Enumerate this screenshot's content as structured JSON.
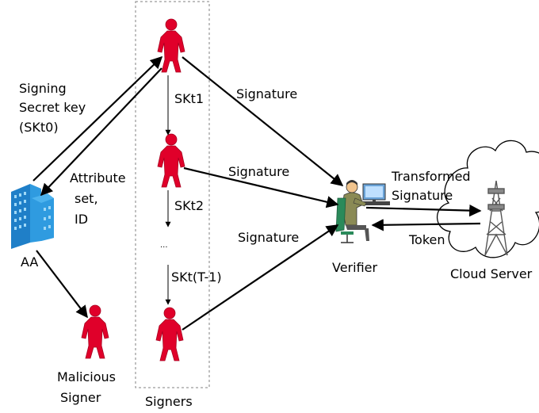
{
  "colors": {
    "person": "#e0002a",
    "person_outline": "#a80020",
    "building": "#2f9be0",
    "arrow": "#000000",
    "dashed_box": "#808080"
  },
  "labels": {
    "signing_secret_key_line1": "Signing",
    "signing_secret_key_line2": "Secret key",
    "signing_secret_key_line3": "(SKt0)",
    "attribute_line1": "Attribute",
    "attribute_line2": "set,",
    "attribute_line3": "ID",
    "aa": "AA",
    "malicious_line1": "Malicious",
    "malicious_line2": "Signer",
    "signers": "Signers",
    "skt1": "SKt1",
    "skt2": "SKt2",
    "dots": "...",
    "sktT": "SKt(T-1)",
    "signature_1": "Signature",
    "signature_2": "Signature",
    "signature_3": "Signature",
    "verifier": "Verifier",
    "transformed_line1": "Transformed",
    "transformed_line2": "Signature",
    "token": "Token",
    "cloud_server": "Cloud Server"
  },
  "icons": {
    "signer_1": "person-icon",
    "signer_2": "person-icon",
    "signer_3": "person-icon",
    "malicious_signer": "person-icon",
    "aa": "building-icon",
    "verifier": "person-at-computer-icon",
    "cloud_server": "cloud-icon",
    "tower": "transmission-tower-icon"
  }
}
